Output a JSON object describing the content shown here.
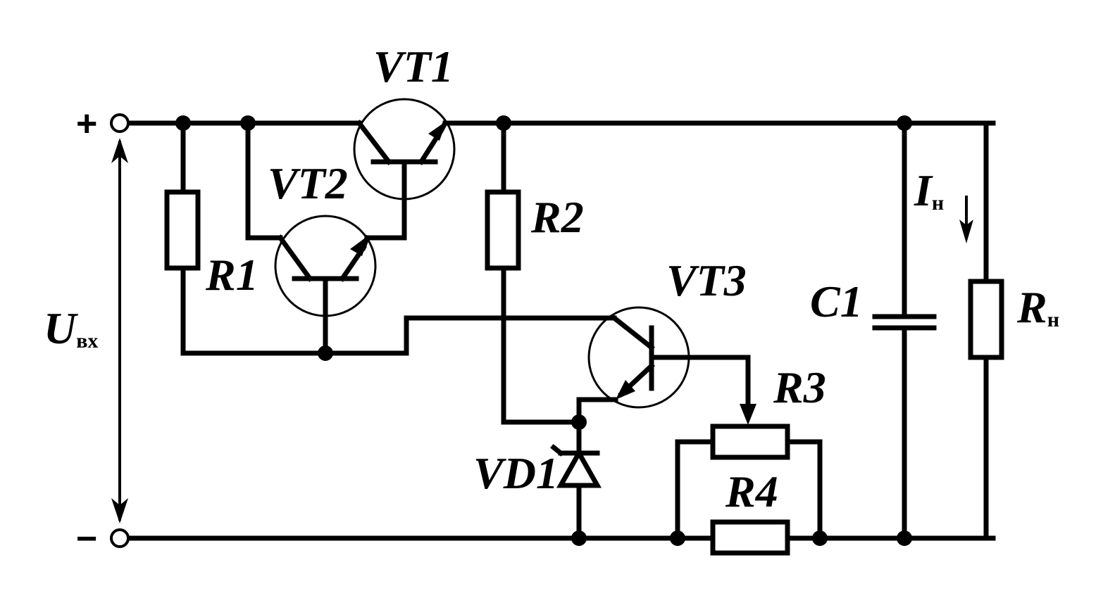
{
  "diagram": {
    "terminals": {
      "plus": "+",
      "minus": "−"
    },
    "labels": {
      "vt1": "VT1",
      "vt2": "VT2",
      "vt3": "VT3",
      "r1": "R1",
      "r2": "R2",
      "r3": "R3",
      "r4": "R4",
      "c1": "C1",
      "vd1": "VD1",
      "u_main": "U",
      "u_sub": "вх",
      "i_main": "I",
      "i_sub": "н",
      "rn_main": "R",
      "rn_sub": "н"
    },
    "line_color": "#000000",
    "background": "#ffffff"
  }
}
